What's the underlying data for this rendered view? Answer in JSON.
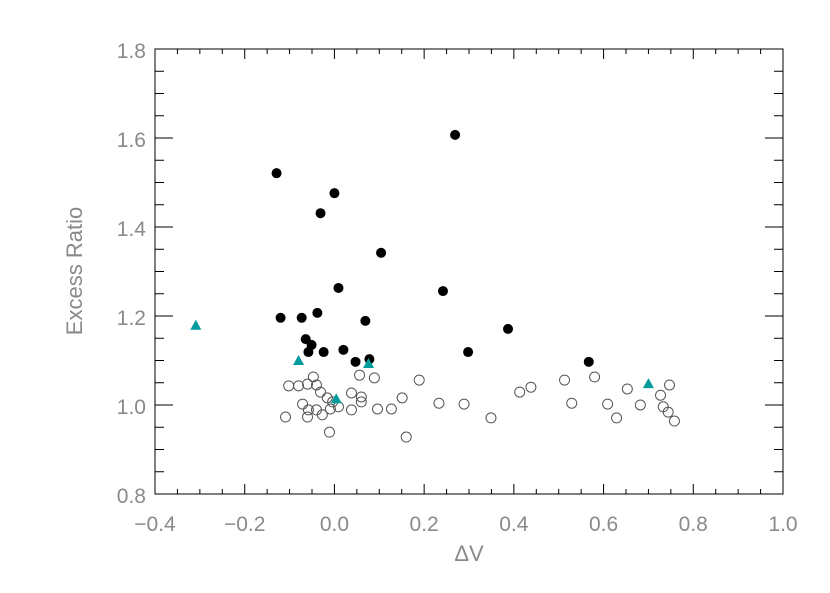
{
  "chart_data": {
    "type": "scatter",
    "title": "",
    "xlabel": "ΔV",
    "ylabel": "Excess Ratio",
    "xlim": [
      -0.4,
      1.0
    ],
    "ylim": [
      0.8,
      1.8
    ],
    "xticks": [
      "−0.4",
      "−0.2",
      "0.0",
      "0.2",
      "0.4",
      "0.6",
      "0.8",
      "1.0"
    ],
    "xtick_values": [
      -0.4,
      -0.2,
      0.0,
      0.2,
      0.4,
      0.6,
      0.8,
      1.0
    ],
    "yticks": [
      "0.8",
      "1.0",
      "1.2",
      "1.4",
      "1.6",
      "1.8"
    ],
    "ytick_values": [
      0.8,
      1.0,
      1.2,
      1.4,
      1.6,
      1.8
    ],
    "grid": false,
    "colors": {
      "filled": "#000000",
      "open": "#555555",
      "triangle": "#009c9c",
      "text": "#8a8a8a"
    },
    "series": [
      {
        "marker": "filled-circle",
        "points": [
          [
            -0.129,
            1.521
          ],
          [
            0.0,
            1.476
          ],
          [
            -0.031,
            1.431
          ],
          [
            0.269,
            1.607
          ],
          [
            0.104,
            1.342
          ],
          [
            0.009,
            1.263
          ],
          [
            0.242,
            1.256
          ],
          [
            -0.12,
            1.196
          ],
          [
            -0.073,
            1.196
          ],
          [
            -0.038,
            1.207
          ],
          [
            0.069,
            1.189
          ],
          [
            -0.064,
            1.148
          ],
          [
            -0.051,
            1.135
          ],
          [
            -0.058,
            1.119
          ],
          [
            -0.024,
            1.119
          ],
          [
            0.02,
            1.124
          ],
          [
            0.047,
            1.097
          ],
          [
            0.078,
            1.103
          ],
          [
            0.298,
            1.119
          ],
          [
            0.387,
            1.171
          ],
          [
            0.567,
            1.097
          ]
        ]
      },
      {
        "marker": "open-circle",
        "points": [
          [
            -0.047,
            1.063
          ],
          [
            -0.102,
            1.043
          ],
          [
            -0.08,
            1.043
          ],
          [
            -0.06,
            1.047
          ],
          [
            -0.04,
            1.045
          ],
          [
            -0.031,
            1.029
          ],
          [
            -0.016,
            1.016
          ],
          [
            -0.004,
            1.007
          ],
          [
            0.009,
            0.996
          ],
          [
            -0.009,
            0.991
          ],
          [
            -0.071,
            1.002
          ],
          [
            -0.058,
            0.989
          ],
          [
            -0.04,
            0.989
          ],
          [
            -0.06,
            0.973
          ],
          [
            -0.027,
            0.978
          ],
          [
            -0.109,
            0.973
          ],
          [
            -0.011,
            0.939
          ],
          [
            0.038,
            1.027
          ],
          [
            0.06,
            1.018
          ],
          [
            0.06,
            1.007
          ],
          [
            0.038,
            0.989
          ],
          [
            0.056,
            1.067
          ],
          [
            0.089,
            1.061
          ],
          [
            0.096,
            0.991
          ],
          [
            0.127,
            0.991
          ],
          [
            0.151,
            1.016
          ],
          [
            0.189,
            1.056
          ],
          [
            0.16,
            0.928
          ],
          [
            0.233,
            1.004
          ],
          [
            0.289,
            1.002
          ],
          [
            0.349,
            0.971
          ],
          [
            0.413,
            1.029
          ],
          [
            0.438,
            1.04
          ],
          [
            0.513,
            1.056
          ],
          [
            0.529,
            1.004
          ],
          [
            0.58,
            1.063
          ],
          [
            0.609,
            1.002
          ],
          [
            0.629,
            0.971
          ],
          [
            0.653,
            1.036
          ],
          [
            0.682,
            1.0
          ],
          [
            0.727,
            1.022
          ],
          [
            0.747,
            1.045
          ],
          [
            0.733,
            0.996
          ],
          [
            0.744,
            0.984
          ],
          [
            0.758,
            0.964
          ]
        ]
      },
      {
        "marker": "triangle",
        "points": [
          [
            -0.309,
            1.178
          ],
          [
            -0.08,
            1.099
          ],
          [
            0.076,
            1.092
          ],
          [
            0.004,
            1.013
          ],
          [
            0.7,
            1.047
          ]
        ]
      }
    ]
  }
}
